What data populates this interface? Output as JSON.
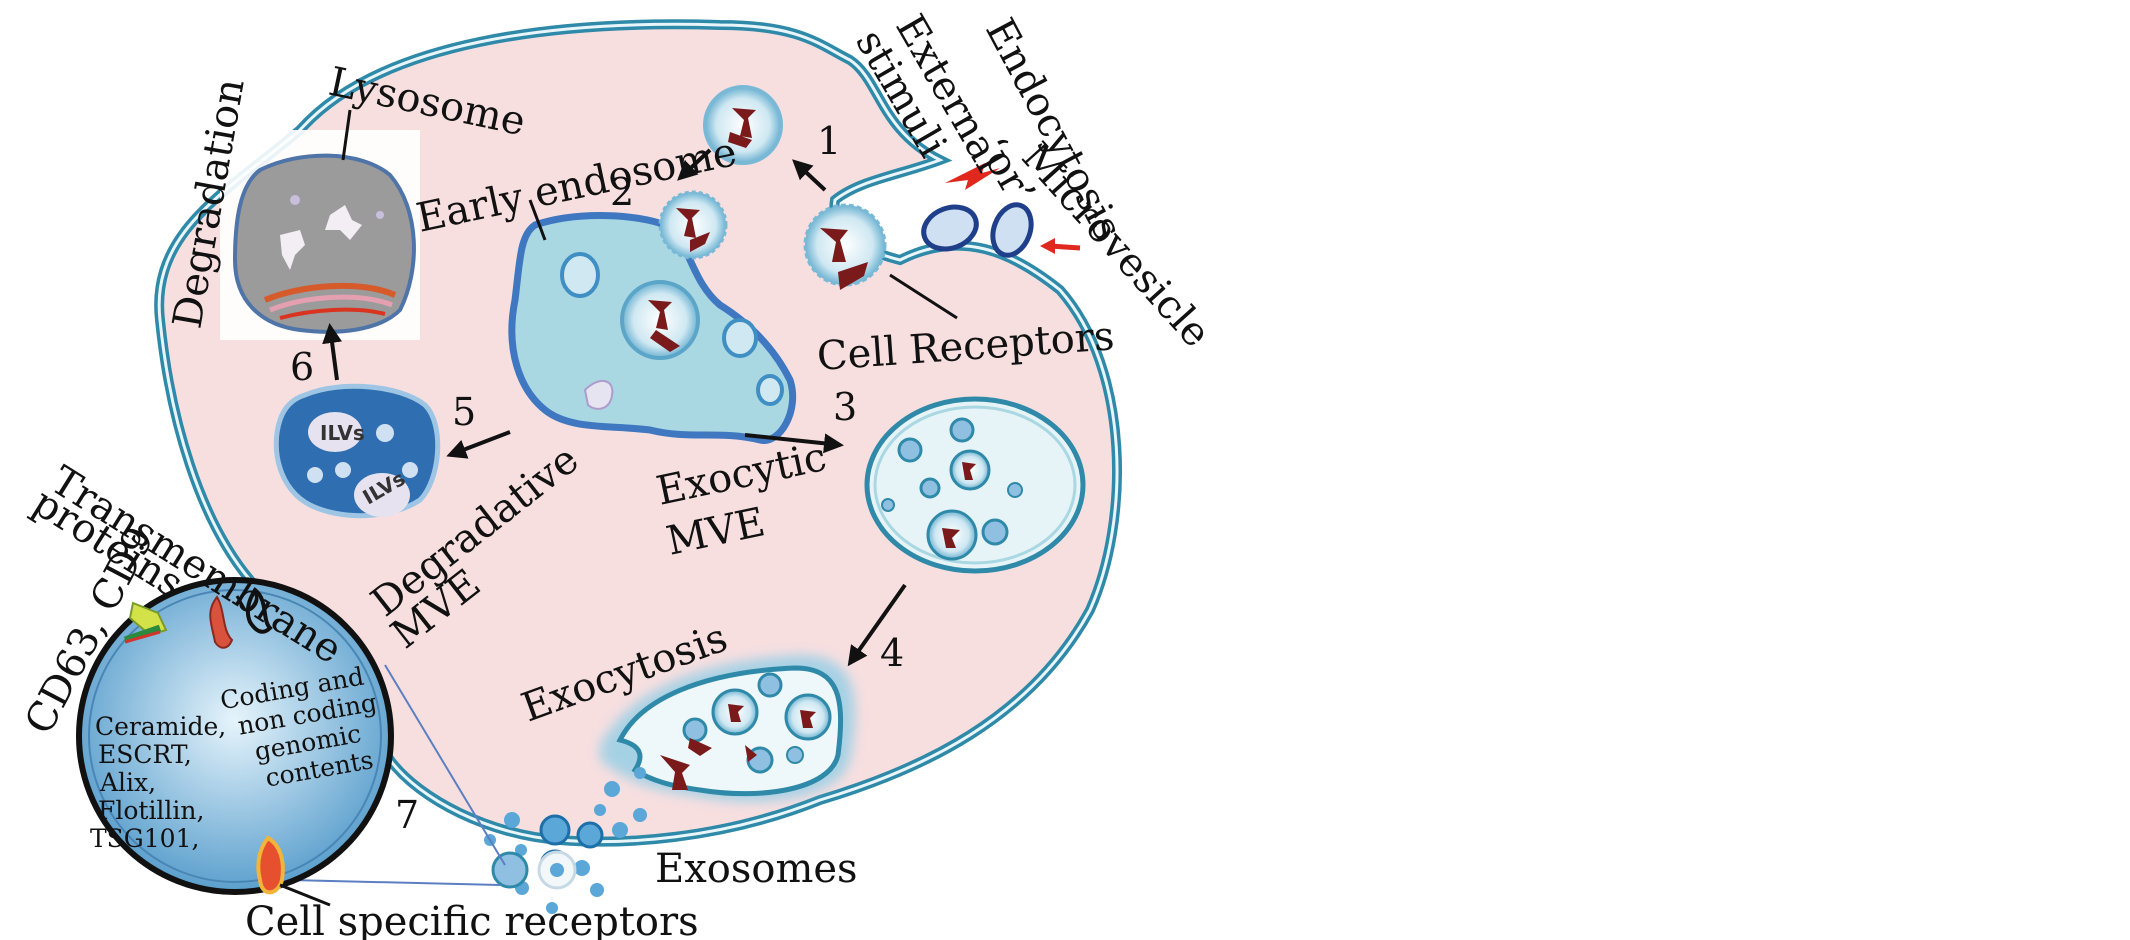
{
  "labels": {
    "endocytosis": "Endocytosis",
    "external": "External",
    "or": "‘or’",
    "microvesicle": "Microvesicle",
    "stimuli": "stimuli",
    "lysosome": "Lysosome",
    "degradation": "Degradation",
    "early_endosome": "Early endosome",
    "cell_receptors": "Cell Receptors",
    "degradative": "Degradative",
    "degradative_mve": "MVE",
    "exocytic": "Exocytic",
    "exocytic_mve": "MVE",
    "exocytosis": "Exocytosis",
    "exosomes": "Exosomes",
    "transmembrane": "Transmembrane",
    "proteins": "proteins",
    "cd63_cd9": "CD63, CD9",
    "cell_specific_receptors": "Cell specific receptors",
    "ilvs": "ILVs"
  },
  "steps": [
    "1",
    "2",
    "3",
    "4",
    "5",
    "6",
    "7"
  ],
  "exosome_contents": {
    "left": [
      "Ceramide,",
      "ESCRT,",
      "Alix,",
      "Flotillin,",
      "TSG101,"
    ],
    "right": [
      "Coding and",
      "non coding",
      "genomic",
      "contents"
    ]
  },
  "colors": {
    "cytoplasm": "#f7dfe0",
    "membrane": "#2f89a8",
    "endosome": "#a9d7e2",
    "degradative_mve": "#2f6eb0",
    "lysosome": "#9b9b9b",
    "receptor": "#7a1a1a",
    "stimulus": "#e0281f",
    "exosome": "#8fc0e2"
  }
}
